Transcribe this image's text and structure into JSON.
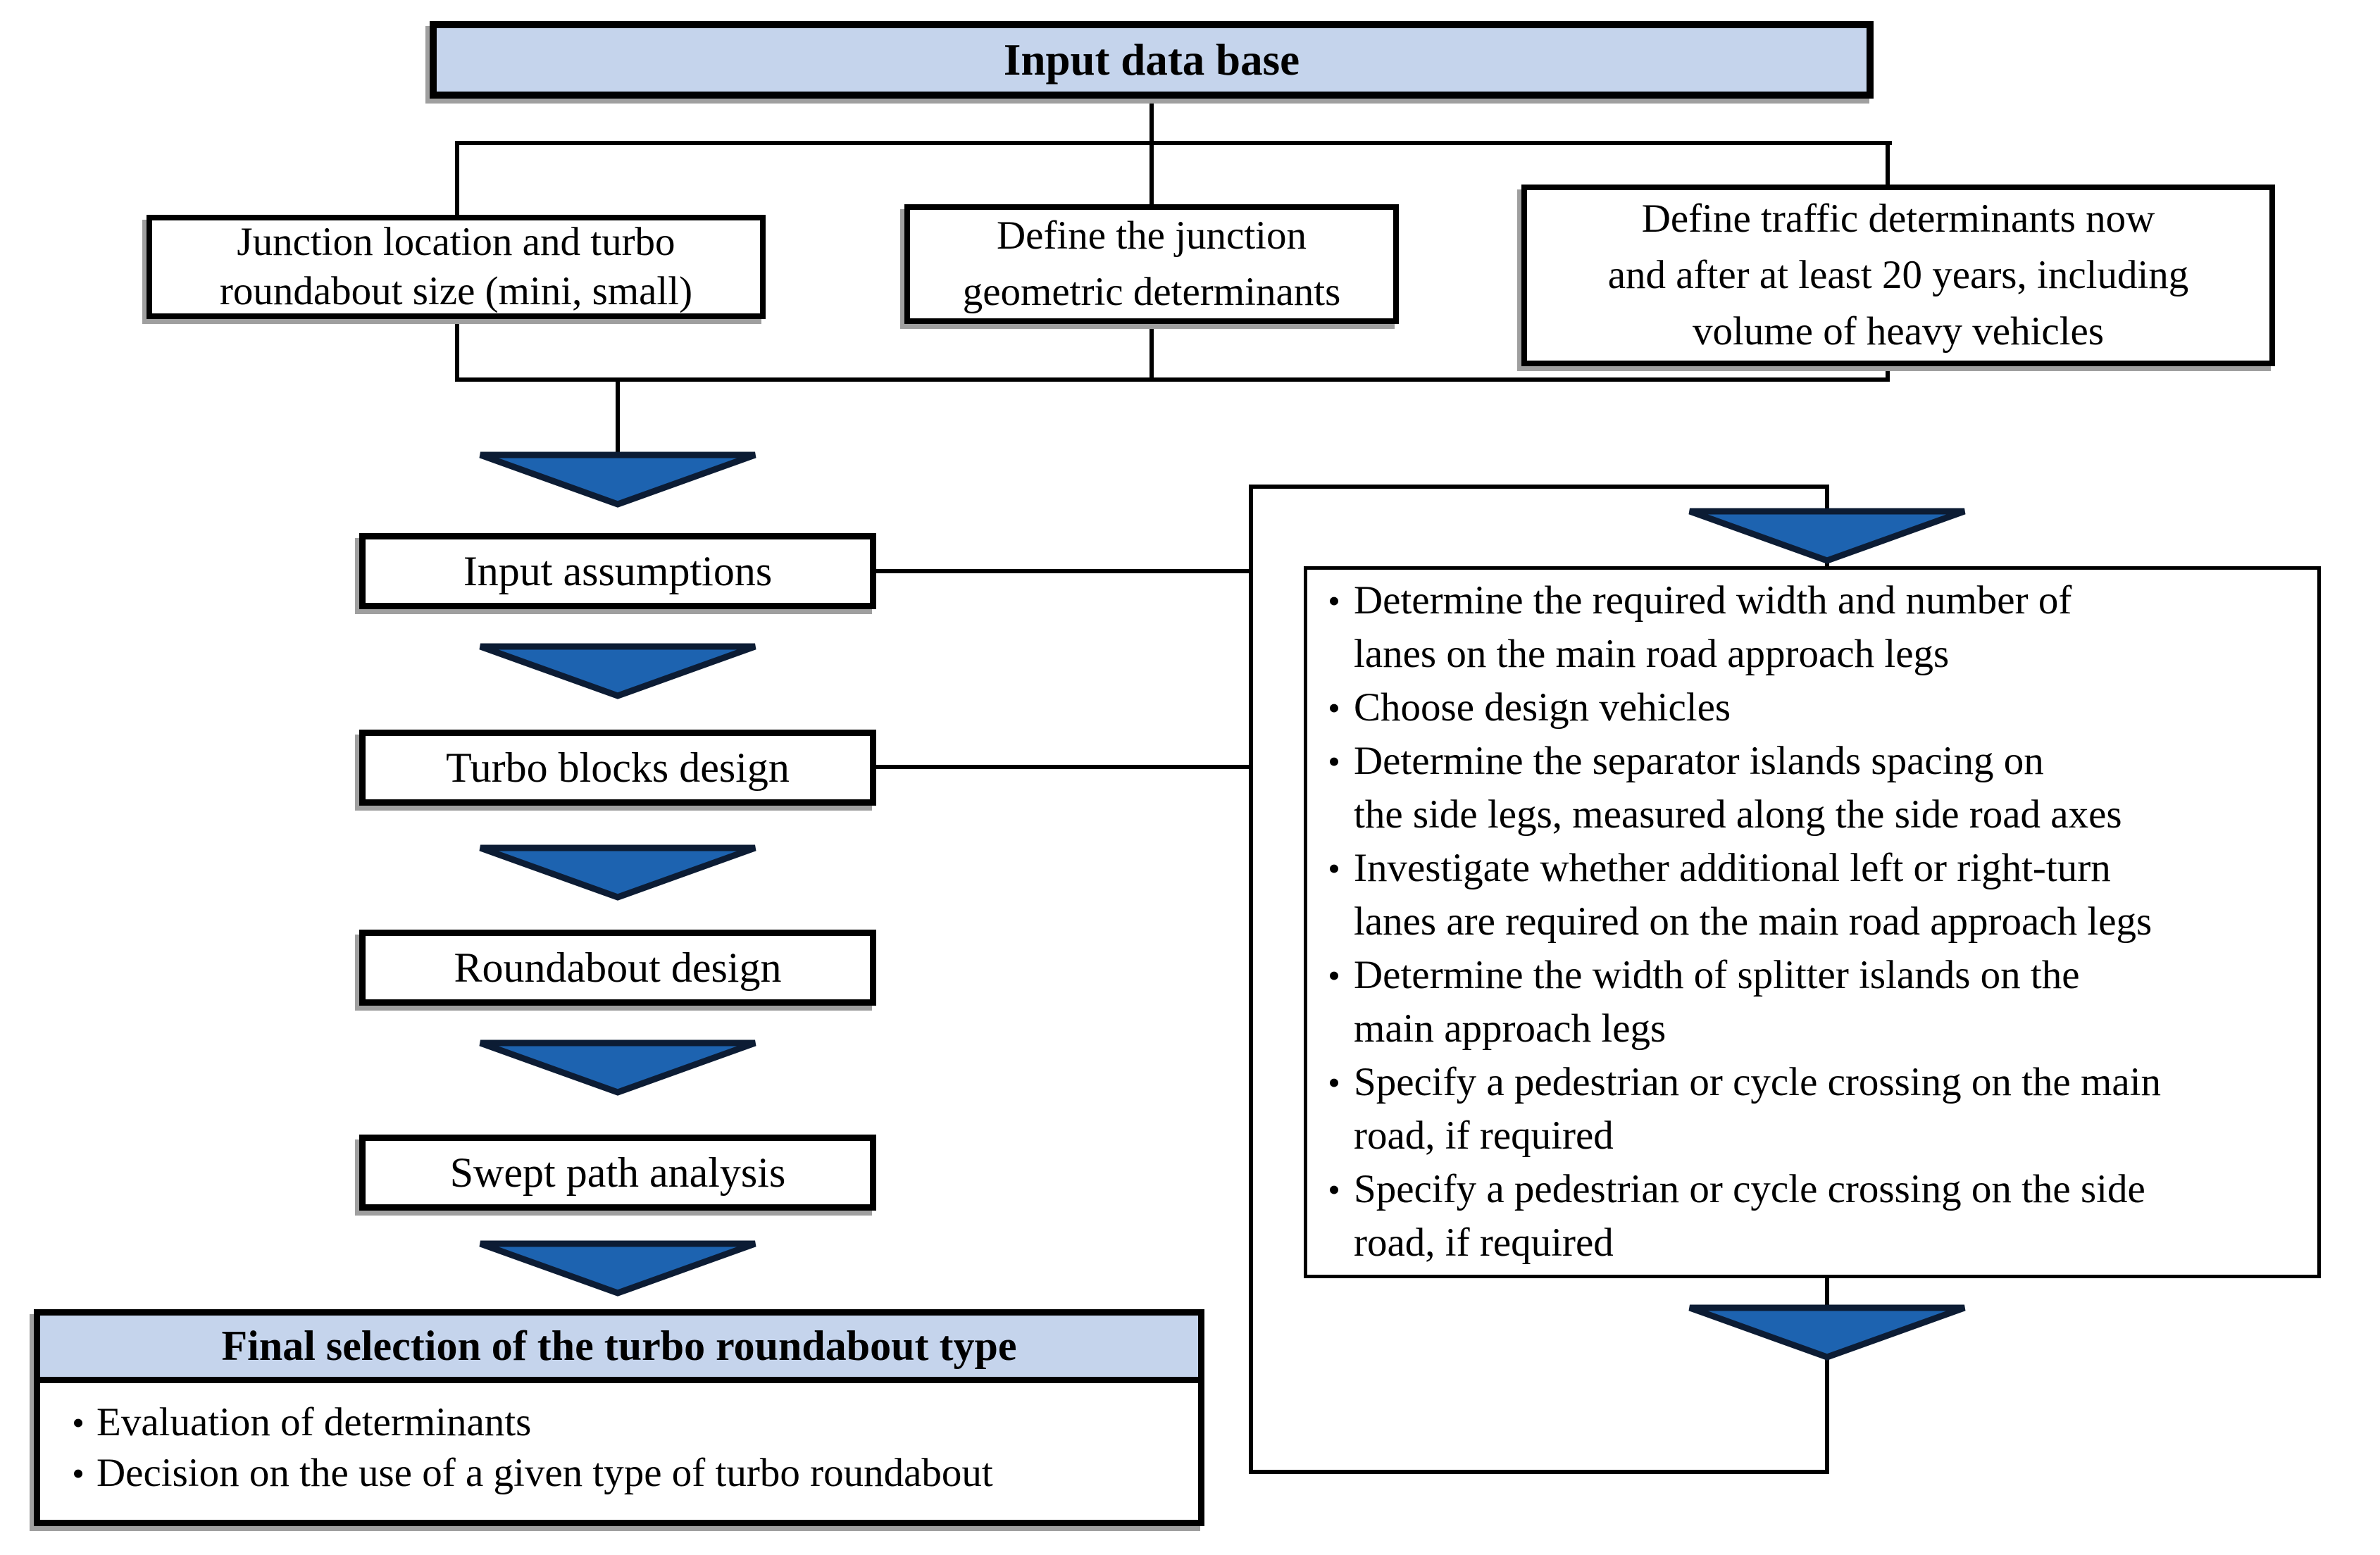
{
  "title_box": {
    "label": "Input data base"
  },
  "top_boxes": [
    {
      "lines": [
        "Junction location and turbo",
        "roundabout size (mini, small)"
      ]
    },
    {
      "lines": [
        "Define the junction",
        "geometric  determinants"
      ]
    },
    {
      "lines": [
        "Define traffic determinants now",
        "and after at least 20 years, including",
        "volume of heavy vehicles"
      ]
    }
  ],
  "left_flow": [
    "Input assumptions",
    "Turbo blocks design",
    "Roundabout design",
    "Swept path analysis"
  ],
  "right_box": {
    "items": [
      {
        "l1": "Determine the required width and number of",
        "l2": "lanes on the main road approach legs"
      },
      {
        "l1": "Choose design vehicles"
      },
      {
        "l1": "Determine the separator islands spacing on",
        "l2": "the side legs, measured along the side road axes"
      },
      {
        "l1": "Investigate whether additional left or right-turn",
        "l2": "lanes are required on the main road approach legs"
      },
      {
        "l1": "Determine the width of splitter islands on the",
        "l2": "main approach legs"
      },
      {
        "l1": "Specify a pedestrian or cycle crossing on the main",
        "l2": "road, if required"
      },
      {
        "l1": "Specify a pedestrian or cycle crossing on the side",
        "l2": "road, if required"
      }
    ]
  },
  "final_box": {
    "header": "Final selection of the turbo roundabout type",
    "bullets": [
      "Evaluation of determinants",
      "Decision on the use of a given type of turbo roundabout"
    ]
  },
  "bullet_glyph": "•",
  "colors": {
    "header_fill": "#c5d4ec",
    "arrow_fill": "#1d63b0",
    "arrow_stroke": "#0c1c34",
    "line_color": "#000000",
    "border_color": "#000000"
  }
}
